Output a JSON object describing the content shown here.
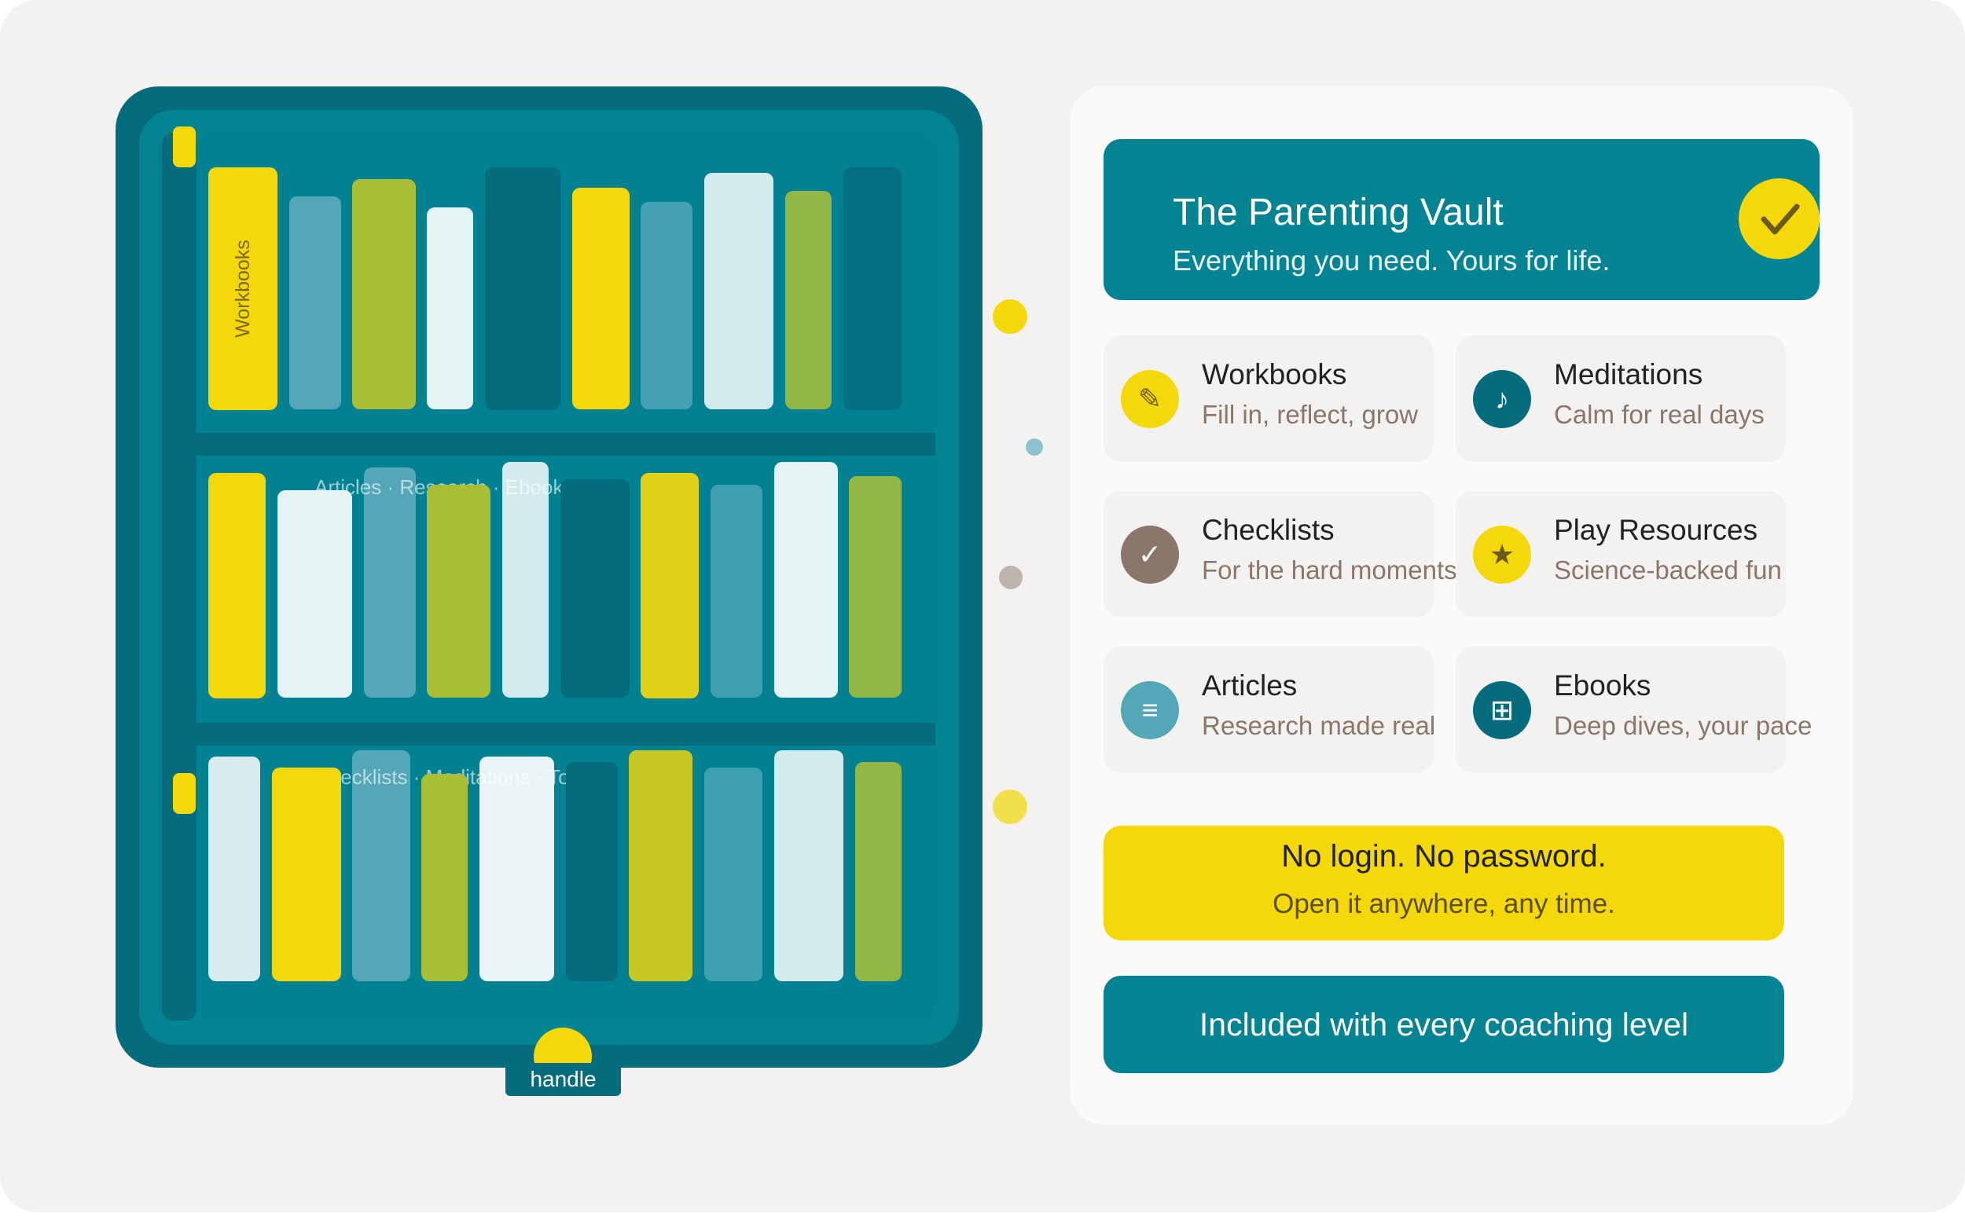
{
  "colors": {
    "teal_dark": "#046c7d",
    "teal": "#048393",
    "yellow": "#f5d80a",
    "olive": "#a9bd35",
    "green": "#93b745",
    "light_teal": "#54a7b7",
    "pale": "#e6f3f5",
    "taupe": "#8a766a",
    "background": "#f4f2f0"
  },
  "bookcase": {
    "top_book_label": "Workbooks",
    "shelf_caption_middle": "Articles · Research · Ebooks",
    "shelf_caption_bottom": "Checklists · Meditations · Tools",
    "handle_label": "handle"
  },
  "vault": {
    "title": "The Parenting Vault",
    "subtitle": "Everything you need. Yours for life.",
    "check_icon": "check-icon"
  },
  "categories": [
    {
      "title": "Workbooks",
      "subtitle": "Fill in, reflect, grow",
      "icon": "pencil-icon",
      "glyph": "✎"
    },
    {
      "title": "Meditations",
      "subtitle": "Calm for real days",
      "icon": "music-note-icon",
      "glyph": "♪"
    },
    {
      "title": "Checklists",
      "subtitle": "For the hard moments",
      "icon": "checkmark-icon",
      "glyph": "✓"
    },
    {
      "title": "Play Resources",
      "subtitle": "Science-backed fun",
      "icon": "star-icon",
      "glyph": "★"
    },
    {
      "title": "Articles",
      "subtitle": "Research made real",
      "icon": "lines-icon",
      "glyph": "≡"
    },
    {
      "title": "Ebooks",
      "subtitle": "Deep dives, your pace",
      "icon": "grid-icon",
      "glyph": "⊞"
    }
  ],
  "promo": {
    "title": "No login. No password.",
    "subtitle": "Open it anywhere, any time."
  },
  "cta": {
    "label": "Included with every coaching level"
  }
}
